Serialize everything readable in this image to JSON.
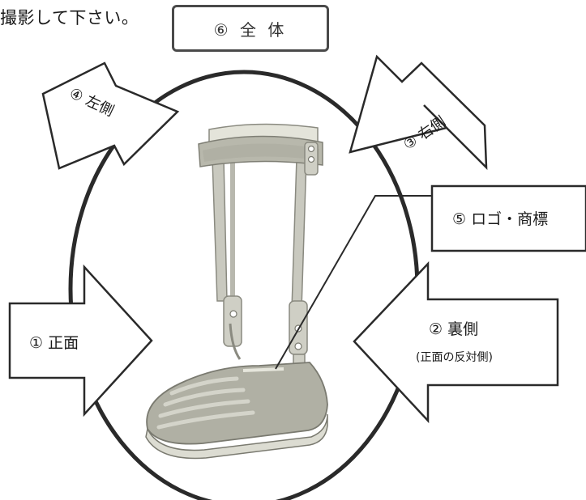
{
  "header": {
    "instruction": "撮影して下さい。",
    "whole_label": "⑥ 全 体"
  },
  "views": {
    "front": "① 正面",
    "back": "② 裏側",
    "back_note": "(正面の反対側)",
    "right": "③ 右側",
    "left": "④ 左側",
    "logo": "⑤ ロゴ・商標"
  },
  "colors": {
    "outline": "#2a2a2a",
    "arrow_fill": "#ffffff",
    "brace_light": "#d9d9cf",
    "brace_mid": "#b4b4a8",
    "brace_dark": "#8a8a80"
  }
}
